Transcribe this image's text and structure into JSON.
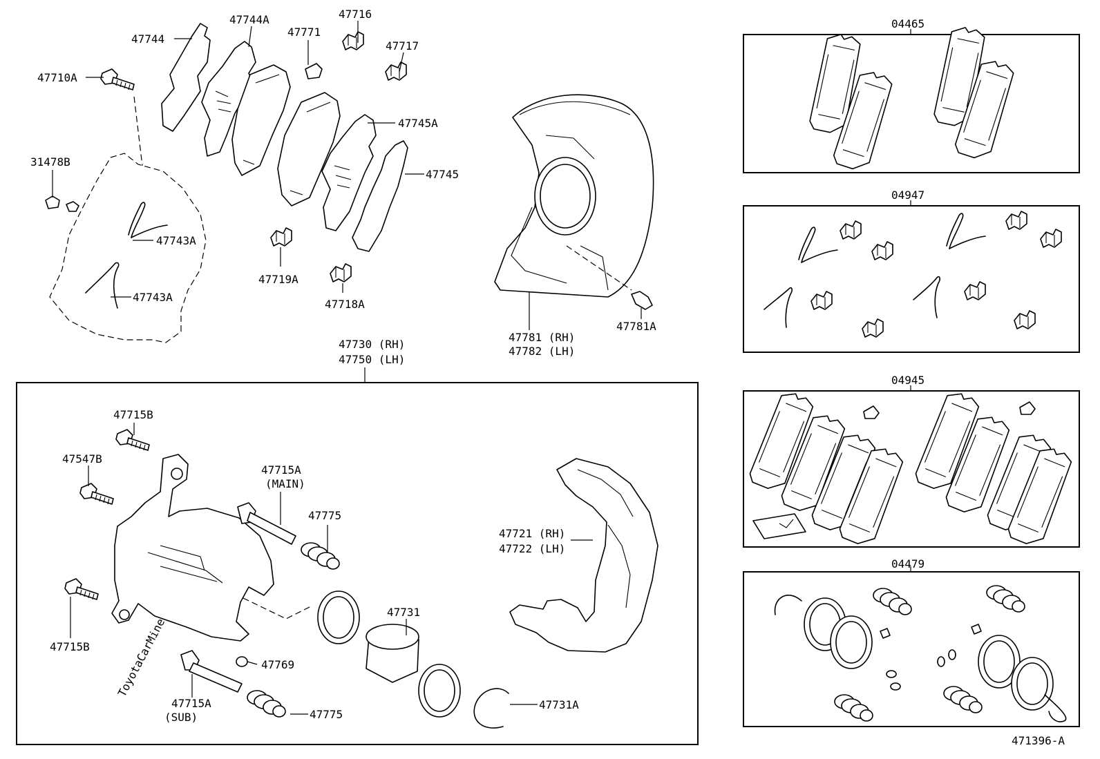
{
  "watermark": "ToyotaCarMine.ru",
  "diagram_id": "471396-A",
  "labels": {
    "p47744": "47744",
    "p47744A": "47744A",
    "p47716": "47716",
    "p47771": "47771",
    "p47717": "47717",
    "p47710A": "47710A",
    "p47745A": "47745A",
    "p31478B": "31478B",
    "p47745": "47745",
    "p47743A_1": "47743A",
    "p47743A_2": "47743A",
    "p47719A": "47719A",
    "p47718A": "47718A",
    "p47781_rh": "47781 (RH)",
    "p47782_lh": "47782 (LH)",
    "p47781A": "47781A",
    "p47730_rh": "47730 (RH)",
    "p47750_lh": "47750 (LH)",
    "p47715B_top": "47715B",
    "p47547B": "47547B",
    "p47715A_main": "47715A",
    "main_note": "(MAIN)",
    "p47775_top": "47775",
    "p47721_rh": "47721 (RH)",
    "p47722_lh": "47722 (LH)",
    "p47715B_bottom": "47715B",
    "p47731": "47731",
    "p47769": "47769",
    "p47715A_sub": "47715A",
    "sub_note": "(SUB)",
    "p47775_bottom": "47775",
    "p47731A": "47731A"
  },
  "kits": {
    "k04465": "04465",
    "k04947": "04947",
    "k04945": "04945",
    "k04479": "04479"
  }
}
